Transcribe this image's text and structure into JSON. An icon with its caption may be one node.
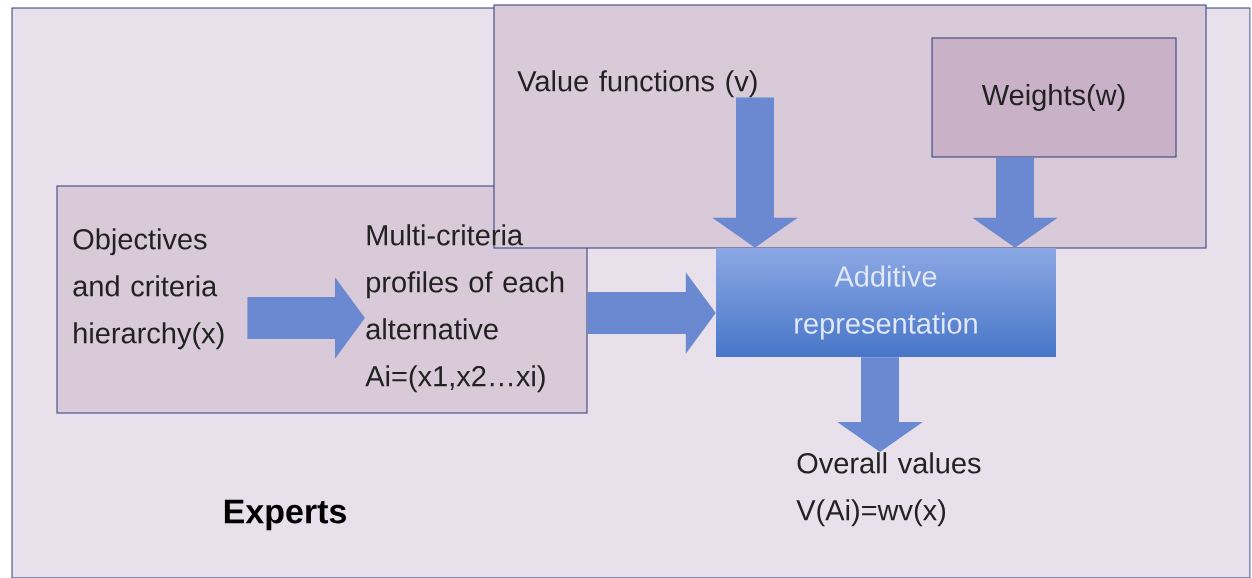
{
  "diagram": {
    "nodes": [
      {
        "text": [
          "Experts"
        ]
      },
      {
        "text": [],
        "shape": "box",
        "in": 0
      },
      {
        "text": [
          "Objectives and criteria hierarchy(x)"
        ],
        "in": 1
      },
      {
        "text": [
          "Multi-criteria profiles of each alternative Ai=(x1,x2…xi)"
        ],
        "in": 1
      },
      {
        "text": [],
        "shape": "box",
        "in": 0
      },
      {
        "text": [
          "Value functions  (v)"
        ],
        "in": 4
      },
      {
        "text": [
          "Weights(w)"
        ],
        "in": 4
      },
      {
        "text": [
          "Additive representation"
        ],
        "in": 0
      },
      {
        "text": [
          "Overall values V(Ai)=wv(x)"
        ],
        "in": 0
      }
    ],
    "edges": [
      {
        "from": 2,
        "to": 3,
        "arrow": "to"
      },
      {
        "from": 1,
        "to": 7,
        "arrow": "to"
      },
      {
        "from": 5,
        "to": 7,
        "arrow": "to"
      },
      {
        "from": 6,
        "to": 7,
        "arrow": "to"
      },
      {
        "from": 7,
        "to": 8,
        "arrow": "to"
      }
    ]
  }
}
